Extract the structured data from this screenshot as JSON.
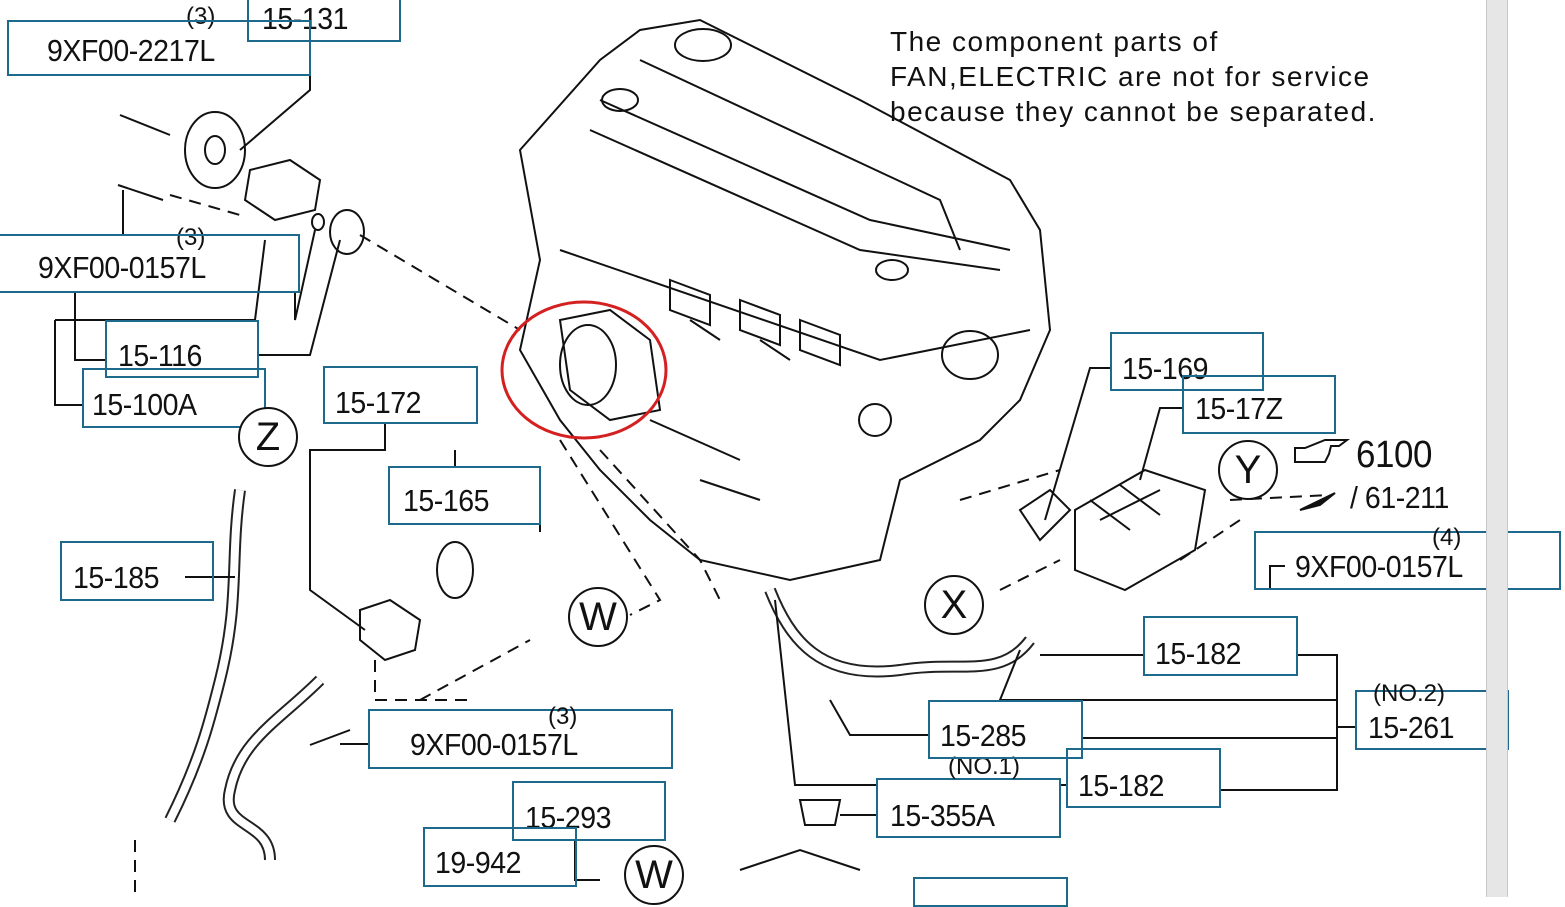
{
  "note": {
    "lines": [
      "The component parts of",
      "FAN,ELECTRIC are not for service",
      "because they cannot be separated."
    ]
  },
  "callouts": {
    "p15_131": "15-131",
    "p9xf00_2217l": "9XF00-2217L",
    "q_2217": "(3)",
    "p9xf00_0157l_a": "9XF00-0157L",
    "q_0157a": "(3)",
    "p15_116": "15-116",
    "p15_100a": "15-100A",
    "p15_172": "15-172",
    "p15_165": "15-165",
    "p15_185": "15-185",
    "p9xf00_0157l_b": "9XF00-0157L",
    "q_0157b": "(3)",
    "p15_293": "15-293",
    "p19_942": "19-942",
    "p15_355a": "15-355A",
    "p15_182_a": "15-182",
    "no1": "(NO.1)",
    "p15_285": "15-285",
    "p15_261": "15-261",
    "no2": "(NO.2)",
    "p15_182_b": "15-182",
    "p9xf00_0157l_c": "9XF00-0157L",
    "q_0157c": "(4)",
    "p15_169": "15-169",
    "p15_17z": "15-17Z",
    "ref_page": "6100",
    "ref_fig": "/ 61-211"
  },
  "markers": {
    "z": "Z",
    "w1": "W",
    "w2": "W",
    "x": "X",
    "y": "Y"
  },
  "colors": {
    "box": "#1d6a8c",
    "highlight": "#d42020"
  }
}
